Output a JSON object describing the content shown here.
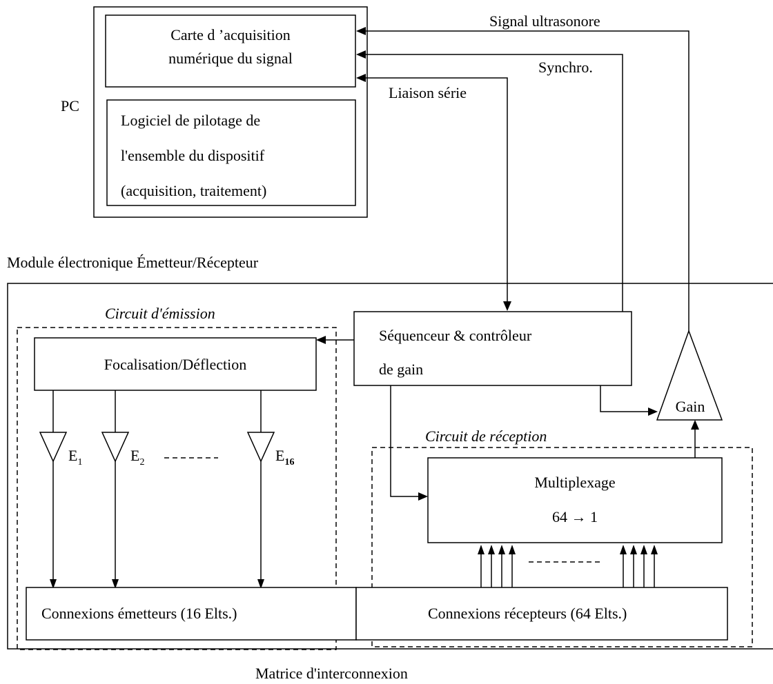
{
  "pc": {
    "label": "PC",
    "acq_line1": "Carte d ’acquisition",
    "acq_line2": "numérique du signal",
    "soft_line1": "Logiciel de pilotage de",
    "soft_line2": "l'ensemble du dispositif",
    "soft_line3": "(acquisition, traitement)"
  },
  "links": {
    "signal": "Signal ultrasonore",
    "synchro": "Synchro.",
    "serial": "Liaison série"
  },
  "module": {
    "title": "Module électronique Émetteur/Récepteur",
    "emission_title": "Circuit d'émission",
    "focal": "Focalisation/Déflection",
    "sequencer_line1": "Séquenceur & contrôleur",
    "sequencer_line2": "de gain",
    "gain": "Gain",
    "reception_title": "Circuit de réception",
    "mux_line1": "Multiplexage",
    "mux_line2": "64 → 1",
    "emitters": [
      {
        "letter": "E",
        "sub": "1"
      },
      {
        "letter": "E",
        "sub": "2"
      },
      {
        "letter": "E",
        "sub": "16"
      }
    ],
    "conn_emit": "Connexions émetteurs (16 Elts.)",
    "conn_recv": "Connexions récepteurs (64 Elts.)"
  },
  "footer": "Matrice d'interconnexion"
}
